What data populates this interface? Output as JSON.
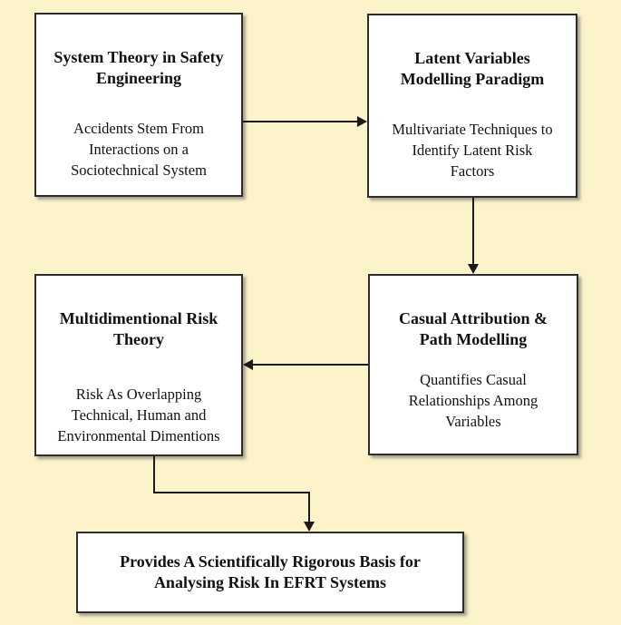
{
  "diagram": {
    "colors": {
      "background": "#fcf3cb",
      "box_fill": "#ffffff",
      "box_border": "#2d2d2d",
      "arrow": "#1a1a1a",
      "text": "#111111"
    },
    "nodes": [
      {
        "id": "system-theory",
        "title": "System Theory in Safety\nEngineering",
        "body": "Accidents Stem From\nInteractions on a\nSociotechnical System"
      },
      {
        "id": "latent-variables",
        "title": "Latent Variables\nModelling Paradigm",
        "body": "Multivariate Techniques to\nIdentify Latent Risk\nFactors"
      },
      {
        "id": "multidimentional-risk",
        "title": "Multidimentional Risk\nTheory",
        "body": "Risk As Overlapping\nTechnical, Human and\nEnvironmental Dimentions"
      },
      {
        "id": "casual-attribution",
        "title": "Casual Attribution &\nPath Modelling",
        "body": "Quantifies Casual\nRelationships Among\nVariables"
      },
      {
        "id": "conclusion",
        "title": "Provides A Scientifically Rigorous Basis for\nAnalysing Risk In EFRT Systems",
        "body": ""
      }
    ],
    "edges": [
      {
        "from": "system-theory",
        "to": "latent-variables"
      },
      {
        "from": "latent-variables",
        "to": "casual-attribution"
      },
      {
        "from": "casual-attribution",
        "to": "multidimentional-risk"
      },
      {
        "from": "multidimentional-risk",
        "to": "conclusion"
      }
    ]
  }
}
